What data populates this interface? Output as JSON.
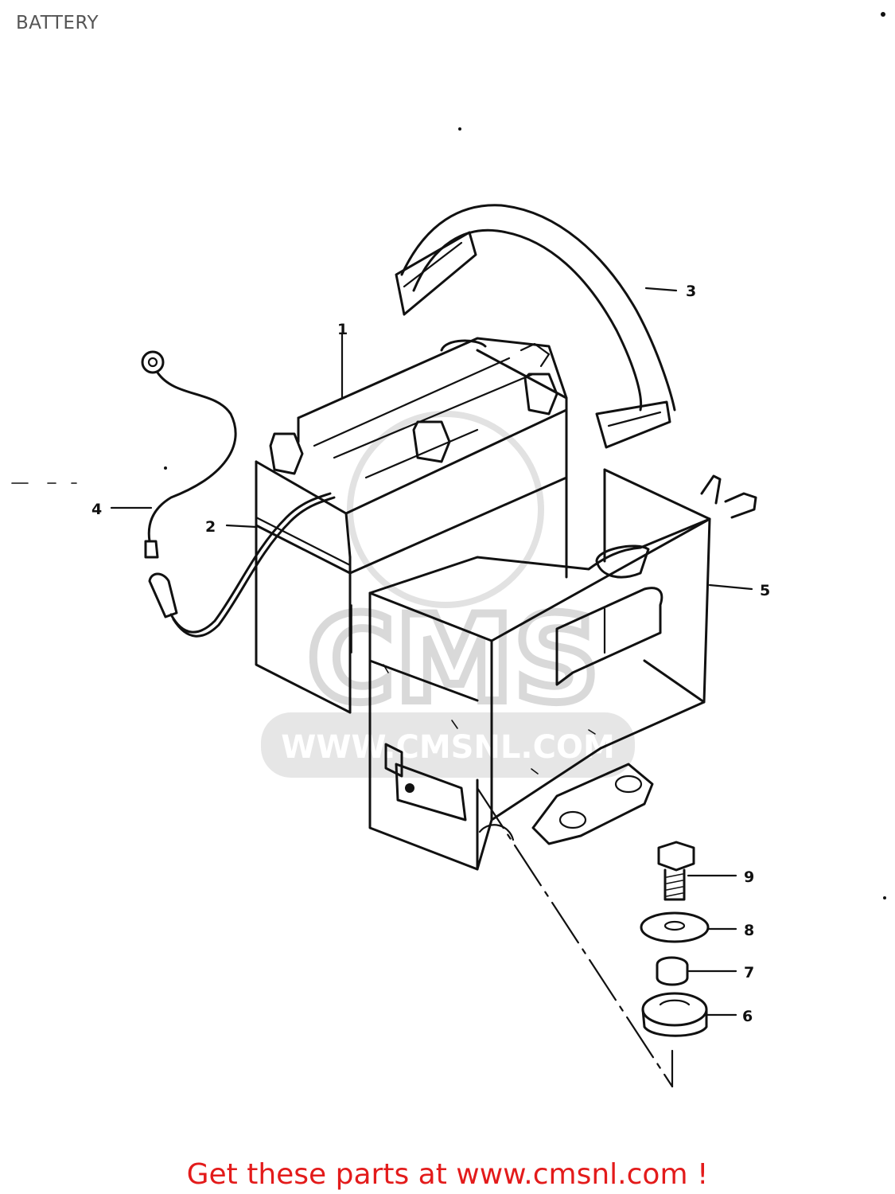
{
  "header": {
    "title": "BATTERY"
  },
  "diagram": {
    "watermark": {
      "url_text": "WWW.CMSNL.COM",
      "logo_text": "CMS"
    },
    "callouts": [
      "1",
      "2",
      "3",
      "4",
      "5",
      "6",
      "7",
      "8",
      "9"
    ]
  },
  "footer": {
    "link_text": "Get these parts at www.cmsnl.com !",
    "link_color": "#e31b1b"
  }
}
